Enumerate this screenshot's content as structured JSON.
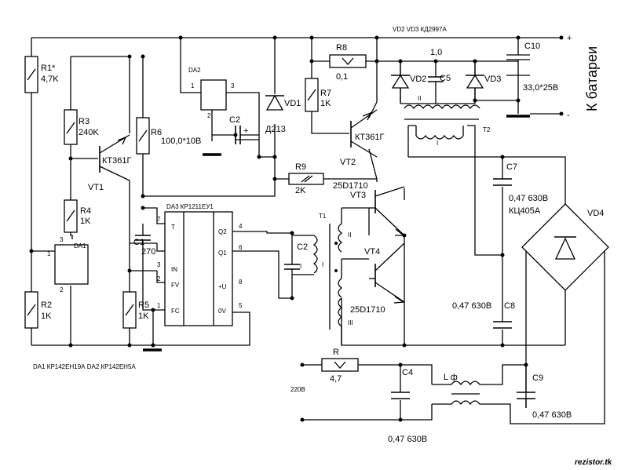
{
  "labels": {
    "vd2vd3": "VD2 VD3 КД2997А",
    "c10": "C10",
    "c10_val": "33,0*25В",
    "batt": "К батареи",
    "plus1": "+",
    "minus1": "-",
    "r8": "R8",
    "r8_val": "0,1",
    "c5": "C5",
    "c5_val": "1,0",
    "vd2": "VD2",
    "vd3": "VD3",
    "r1": "R1*",
    "r1_val": "4,7K",
    "da2": "DA2",
    "da2_p1": "1",
    "da2_p2": "2",
    "da2_p3": "3",
    "vd1": "VD1",
    "vd1_type": "Д213",
    "r7": "R7",
    "r7_val": "1K",
    "c2b": "C2",
    "c2b_val": "100,0*10В",
    "c2b_plus": "+",
    "r3": "R3",
    "r3_val": "240K",
    "r6": "R6",
    "vt1_type": "КТ361Г",
    "vt1": "VT1",
    "vt2_type": "КТ361Г",
    "vt2": "VT2",
    "t2": "T2",
    "t2_i": "I",
    "t2_ii": "II",
    "r9": "R9",
    "r9_val": "2K",
    "c7": "C7",
    "c7_val": "0,47 630В",
    "vd4_type": "КЦ405А",
    "vd4": "VD4",
    "vt3_type": "25D1710",
    "vt3": "VT3",
    "vt4": "VT4",
    "vt4_type": "25D1710",
    "r4": "R4",
    "r4_val": "1K",
    "da3": "DA3 КР1211ЕУ1",
    "pin_t": "T",
    "pin_in": "IN",
    "pin_fv": "FV",
    "pin_fc": "FC",
    "pin_q2": "Q2",
    "pin_q1": "Q1",
    "pin_u": "+U",
    "pin_0v": "0V",
    "n7": "7",
    "n3": "3",
    "n2": "2",
    "n1": "1",
    "n4": "4",
    "n6": "6",
    "n8": "8",
    "n5": "5",
    "c1": "C1",
    "c1_val": "270",
    "c2": "C2",
    "c2_i": "I",
    "t1": "T1",
    "t1_ii": "II",
    "t1_i": "I",
    "t1_iii": "III",
    "da1": "DA1",
    "da1_p1": "1",
    "da1_p2": "2",
    "da1_p3": "3",
    "r2": "R2",
    "r2_val": "1K",
    "r5": "R5",
    "r5_val": "1K",
    "c8": "C8",
    "c8_val": "0,47 630В",
    "da_note": "DA1  КР142ЕН19А DA2  КР142ЕН5А",
    "r": "R",
    "r_val": "4,7",
    "c4": "C4",
    "lf": "L ф",
    "c9": "C9",
    "c9_val": "0,47 630В",
    "v220": "220В",
    "c4_val": "0,47 630В",
    "watermark": "rezistor.tk"
  }
}
